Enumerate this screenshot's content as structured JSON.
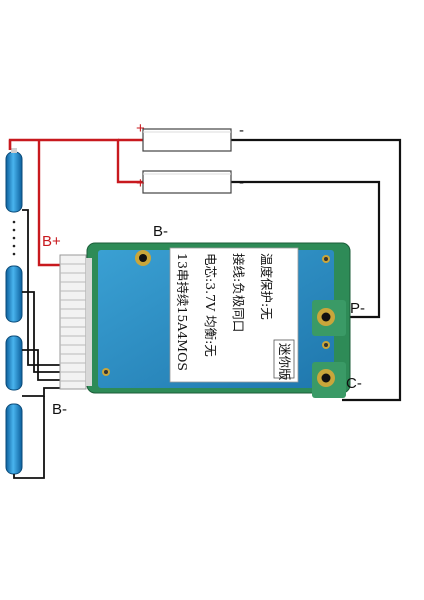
{
  "labels": {
    "b_plus": "B+",
    "b_minus_top": "B-",
    "b_minus_bottom": "B-",
    "p_minus": "P-",
    "c_minus": "C-",
    "plus_top": "+",
    "minus_top": "-",
    "plus_bottom": "+",
    "minus_bottom": "-"
  },
  "board_label": {
    "line1": "13串持续15A4MOS",
    "badge": "迷你版",
    "line2": "电芯:3.7V 均衡:无",
    "line3": "接线:负极同口",
    "line4": "温度保护:无"
  },
  "colors": {
    "wire_red": "#c8191e",
    "wire_black": "#111111",
    "cell_blue": "#1e90d6",
    "board_blue": "#2f8fc4",
    "pcb_green": "#2e8b57"
  }
}
